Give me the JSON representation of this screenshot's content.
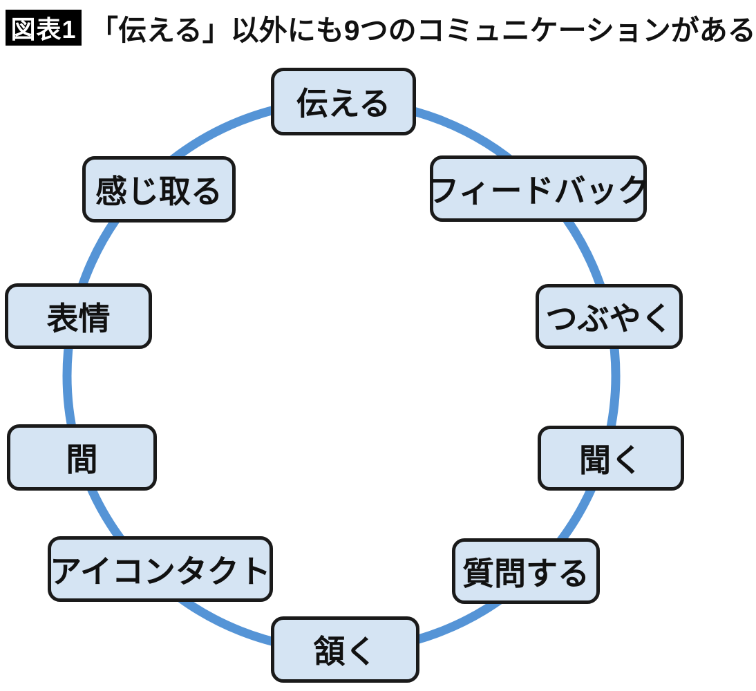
{
  "header": {
    "badge": "図表1",
    "title": "「伝える」以外にも9つのコミュニケーションがある"
  },
  "diagram": {
    "type": "cycle",
    "colors": {
      "ring": "#5594d6",
      "node_fill": "#d5e4f3",
      "node_border": "#1a1a1a",
      "badge_background": "#000000",
      "badge_text": "#ffffff"
    },
    "nodes": [
      {
        "label": "伝える",
        "position": "top"
      },
      {
        "label": "フィードバック",
        "position": "upper-right"
      },
      {
        "label": "つぶやく",
        "position": "right-upper"
      },
      {
        "label": "聞く",
        "position": "right-lower"
      },
      {
        "label": "質問する",
        "position": "lower-right"
      },
      {
        "label": "頷く",
        "position": "bottom"
      },
      {
        "label": "アイコンタクト",
        "position": "lower-left"
      },
      {
        "label": "間",
        "position": "left-lower"
      },
      {
        "label": "表情",
        "position": "left-upper"
      },
      {
        "label": "感じ取る",
        "position": "upper-left"
      }
    ]
  }
}
